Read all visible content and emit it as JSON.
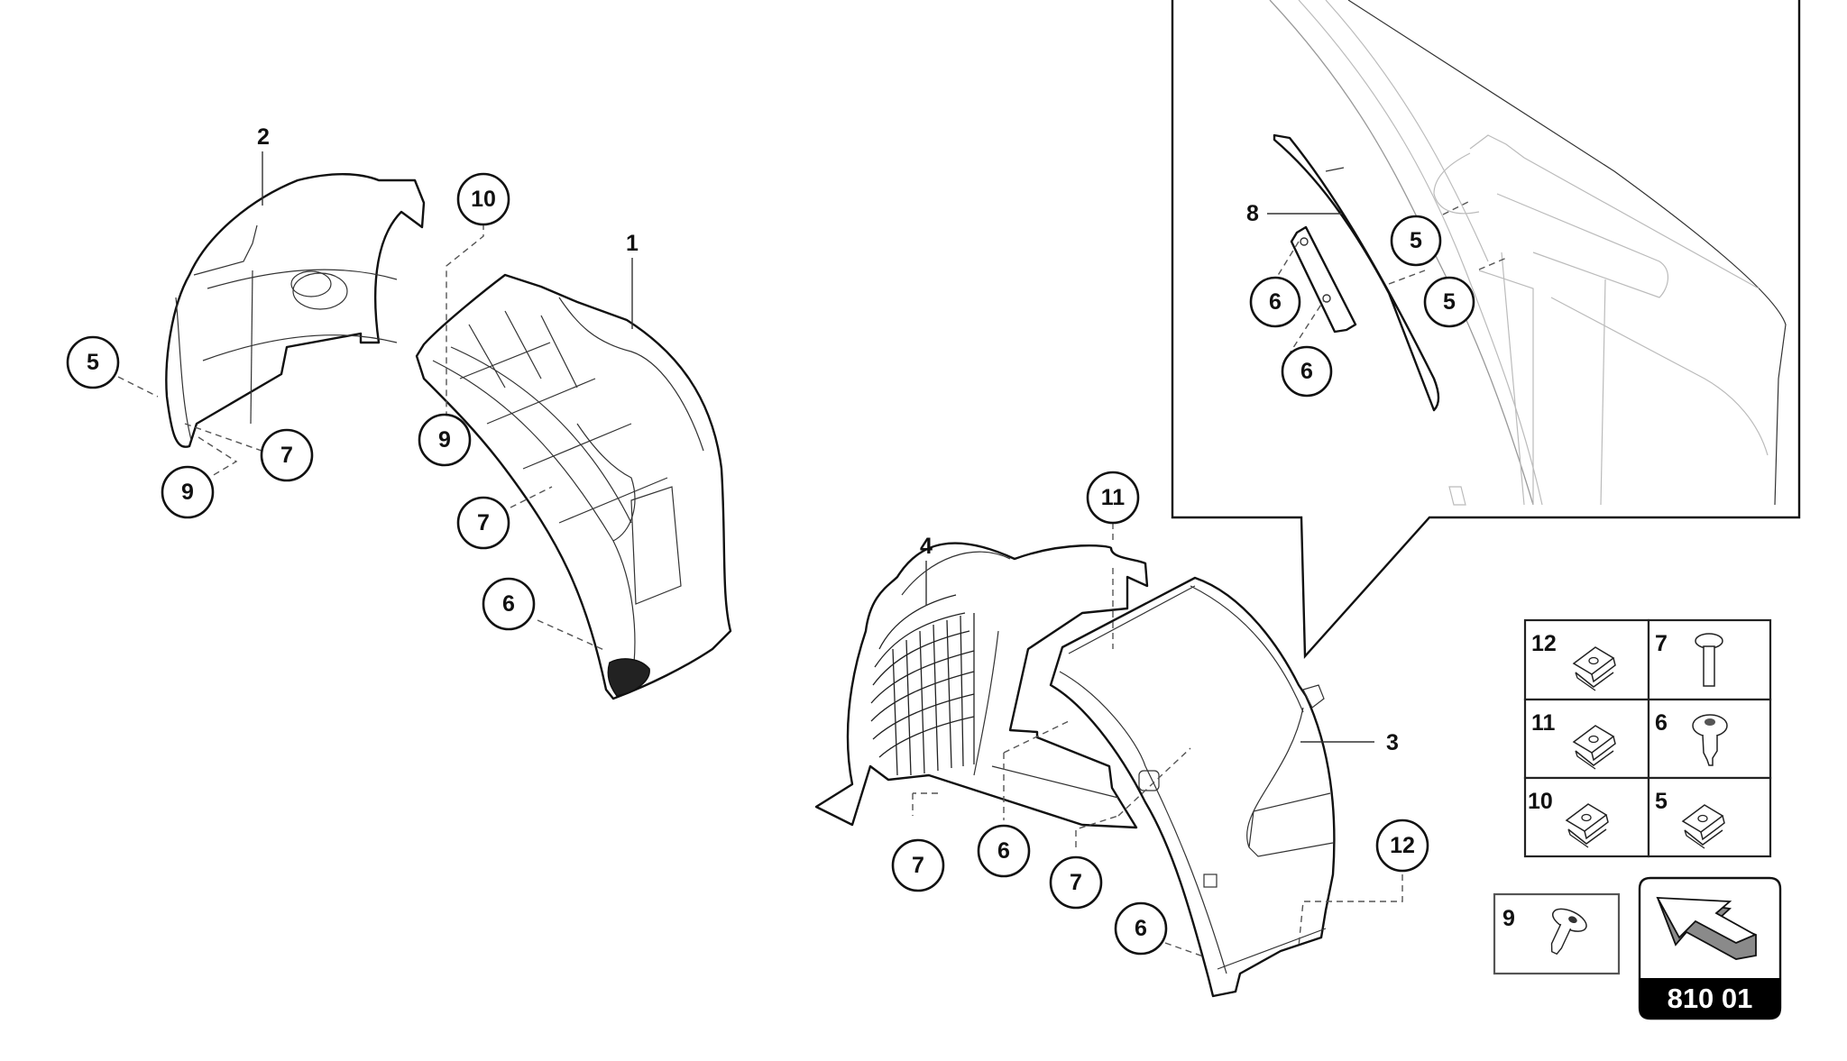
{
  "diagram": {
    "type": "exploded-parts-diagram",
    "subject": "Wheel arch liners (wheelhouse trim) with fasteners",
    "page_code": "810 01",
    "parts": [
      {
        "number": "1",
        "description": "front wheel arch liner (front section)"
      },
      {
        "number": "2",
        "description": "front wheel arch liner (rear section)"
      },
      {
        "number": "3",
        "description": "rear wheel arch liner (front section)"
      },
      {
        "number": "4",
        "description": "rear wheel arch liner (rear section with grille)"
      },
      {
        "number": "8",
        "description": "trim strip (detail inset)"
      }
    ],
    "callouts": {
      "left_group": [
        {
          "id": "c-5-left",
          "label": "5"
        },
        {
          "id": "c-7-left-a",
          "label": "7"
        },
        {
          "id": "c-9-left-a",
          "label": "9"
        },
        {
          "id": "c-10-left",
          "label": "10"
        },
        {
          "id": "c-9-left-b",
          "label": "9"
        },
        {
          "id": "c-7-left-b",
          "label": "7"
        },
        {
          "id": "c-6-left",
          "label": "6"
        }
      ],
      "right_group": [
        {
          "id": "c-11",
          "label": "11"
        },
        {
          "id": "c-7-right-a",
          "label": "7"
        },
        {
          "id": "c-6-right-a",
          "label": "6"
        },
        {
          "id": "c-7-right-b",
          "label": "7"
        },
        {
          "id": "c-6-right-b",
          "label": "6"
        },
        {
          "id": "c-12",
          "label": "12"
        }
      ],
      "inset_group": [
        {
          "id": "c-5-inset-a",
          "label": "5"
        },
        {
          "id": "c-5-inset-b",
          "label": "5"
        },
        {
          "id": "c-6-inset-a",
          "label": "6"
        },
        {
          "id": "c-6-inset-b",
          "label": "6"
        }
      ]
    },
    "part_labels": {
      "p1": "1",
      "p2": "2",
      "p3": "3",
      "p4": "4",
      "p8": "8"
    }
  },
  "fastener_table": {
    "rows": [
      [
        {
          "number": "12",
          "icon": "clip-nut-icon"
        },
        {
          "number": "7",
          "icon": "screw-icon"
        }
      ],
      [
        {
          "number": "11",
          "icon": "clip-nut-icon"
        },
        {
          "number": "6",
          "icon": "spreader-rivet-icon"
        }
      ],
      [
        {
          "number": "10",
          "icon": "clip-nut-icon"
        },
        {
          "number": "5",
          "icon": "clip-nut-icon"
        }
      ]
    ],
    "extra": {
      "number": "9",
      "icon": "expanding-rivet-icon"
    }
  },
  "nav_badge": {
    "label": "810 01",
    "icon": "arrow-up-left-3d-icon",
    "colors": {
      "bar": "#000000",
      "text": "#ffffff",
      "arrow_side": "#8a8a8a"
    }
  }
}
